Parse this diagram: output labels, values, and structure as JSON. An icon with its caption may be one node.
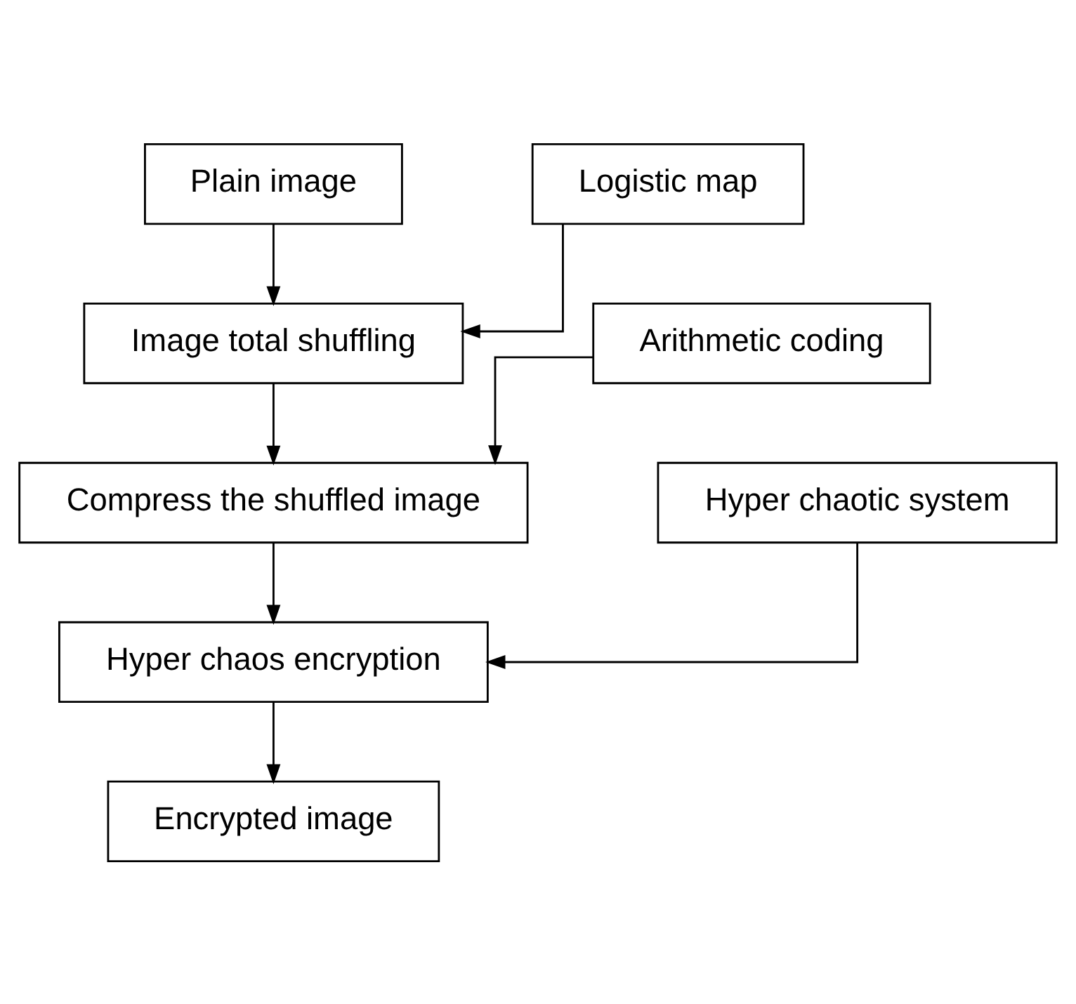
{
  "diagram": {
    "nodes": [
      {
        "text": [
          "Plain image"
        ]
      },
      {
        "text": [
          "Logistic map"
        ]
      },
      {
        "text": [
          "Image total shuffling"
        ]
      },
      {
        "text": [
          "Arithmetic coding"
        ]
      },
      {
        "text": [
          "Compress the shuffled image"
        ]
      },
      {
        "text": [
          "Hyper chaotic system"
        ]
      },
      {
        "text": [
          "Hyper chaos encryption"
        ]
      },
      {
        "text": [
          "Encrypted image"
        ]
      }
    ],
    "edges": [
      {
        "from": 0,
        "to": 2,
        "arrow": "to"
      },
      {
        "from": 1,
        "to": 2,
        "arrow": "to"
      },
      {
        "from": 2,
        "to": 4,
        "arrow": "to"
      },
      {
        "from": 3,
        "to": 4,
        "arrow": "to"
      },
      {
        "from": 4,
        "to": 6,
        "arrow": "to"
      },
      {
        "from": 5,
        "to": 6,
        "arrow": "to"
      },
      {
        "from": 6,
        "to": 7,
        "arrow": "to"
      }
    ]
  }
}
